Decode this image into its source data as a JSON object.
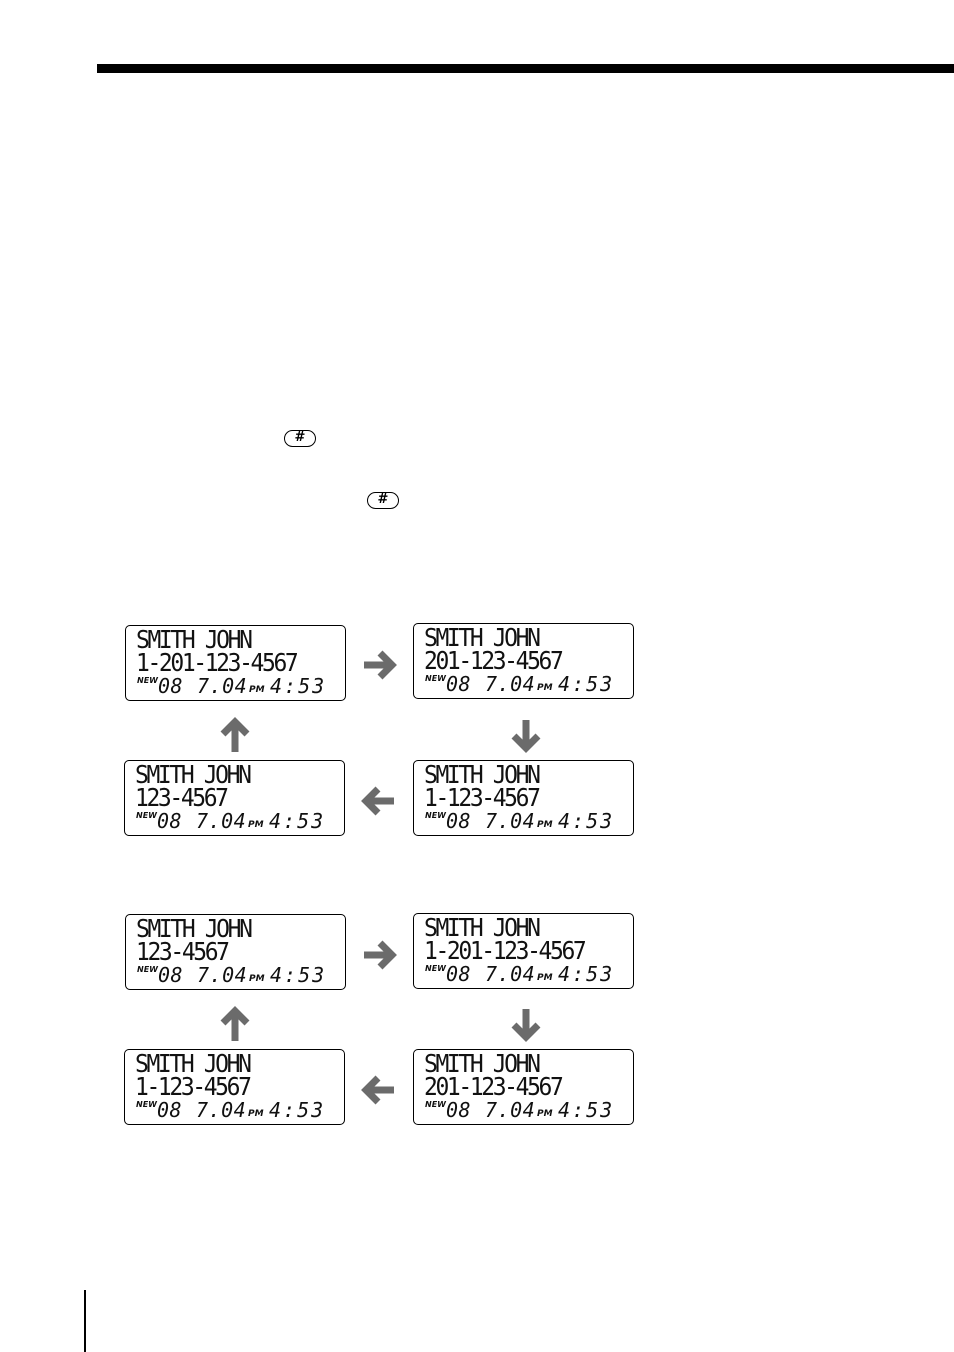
{
  "keys": {
    "hash_symbol": "#"
  },
  "lcd_common": {
    "name": "SMITH JOHN",
    "new": "NEW",
    "count": "08",
    "date": "7.04",
    "ampm": "PM",
    "time": "4:53"
  },
  "group1": {
    "top_left": "1-201-123-4567",
    "top_right": "201-123-4567",
    "bottom_right": "1-123-4567",
    "bottom_left": "123-4567"
  },
  "group2": {
    "top_left": "123-4567",
    "top_right": "1-201-123-4567",
    "bottom_right": "201-123-4567",
    "bottom_left": "1-123-4567"
  },
  "icons": {
    "arrow": "arrow-icon",
    "hash": "hash-key-icon"
  },
  "colors": {
    "arrow": "#6b6b6b",
    "rule": "#000000"
  }
}
